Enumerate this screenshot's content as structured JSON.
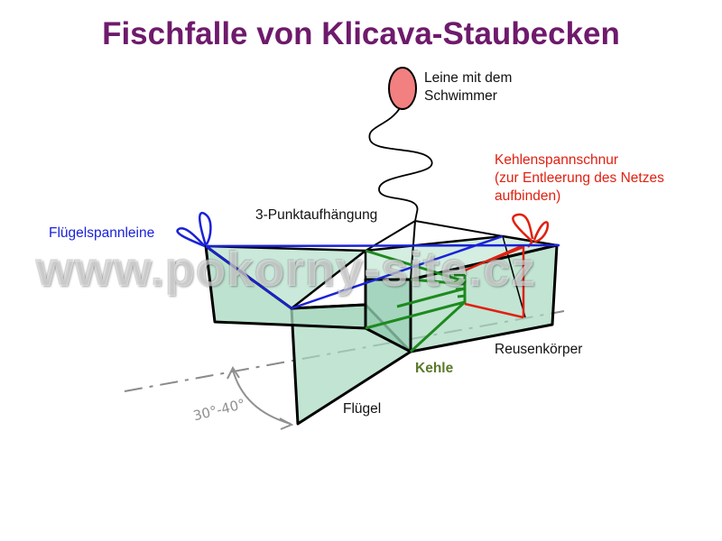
{
  "title": "Fischfalle von Klicava-Staubecken",
  "labels": {
    "float_line": [
      "Leine mit dem",
      "Schwimmer"
    ],
    "throat_line": [
      "Kehlenspannschnur",
      "(zur Entleerung des Netzes",
      "aufbinden)"
    ],
    "suspension": "3-Punktaufhängung",
    "wing_line": "Flügelspannleine",
    "trap_body": "Reusenkörper",
    "throat": "Kehle",
    "wing": "Flügel",
    "angle": "30°-40°"
  },
  "watermark": "www.pokorny-site.cz",
  "colors": {
    "title": "#6e1a6b",
    "wing_line": "#1a22d8",
    "throat_line": "#e02010",
    "throat": "#1d8a1d",
    "throat_label": "#5a7a2a",
    "net_fill": "#a8d8c0",
    "float": "#f28080",
    "angle": "#909090"
  }
}
